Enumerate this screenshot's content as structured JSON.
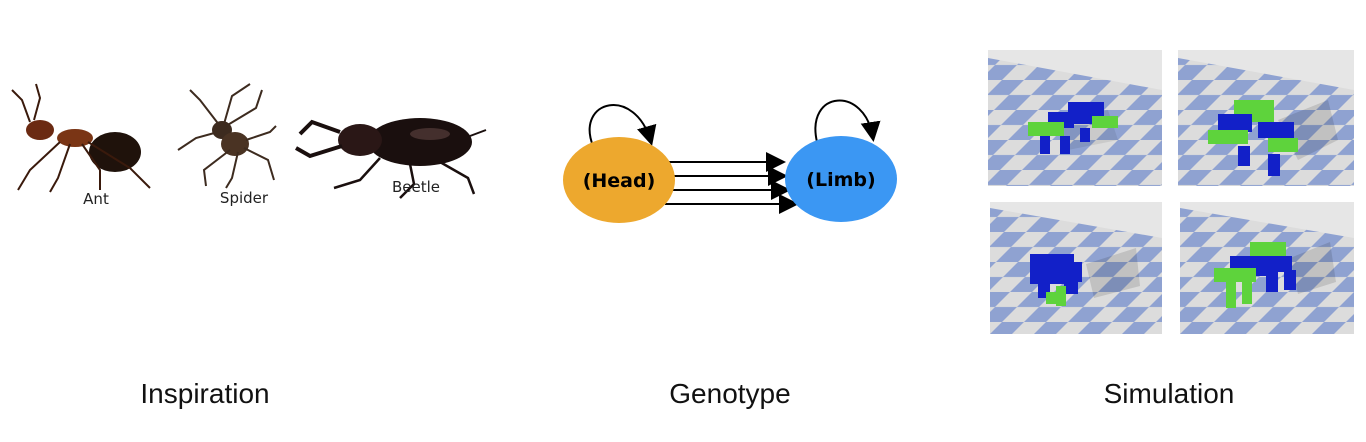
{
  "inspiration": {
    "caption": "Inspiration",
    "animals": [
      {
        "label": "Ant"
      },
      {
        "label": "Spider"
      },
      {
        "label": "Beetle"
      }
    ]
  },
  "genotype": {
    "caption": "Genotype",
    "nodes": [
      {
        "label": "(Head)",
        "color": "#EDA82E"
      },
      {
        "label": "(Limb)",
        "color": "#3B97F3"
      }
    ],
    "parallel_edges": 4,
    "self_loops": 2
  },
  "simulation": {
    "caption": "Simulation",
    "frames": 4,
    "colors": {
      "blue": "#1220C8",
      "green": "#5ED33C",
      "floor_light": "#DCDCDC",
      "floor_dark": "#8FA2D1"
    }
  }
}
